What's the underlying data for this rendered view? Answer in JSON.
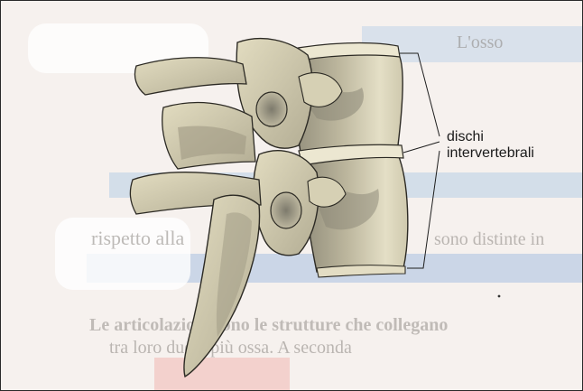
{
  "figure": {
    "callout_label": {
      "line1": "dischi",
      "line2": "intervertebrali"
    }
  },
  "background_page_text": {
    "line_a": "rispetto alla",
    "line_b": "sono distinte in",
    "line_c": "Le articolazioni sono le strutture che collegano",
    "line_d": "tra loro due o più ossa. A seconda",
    "line_e": "L'osso"
  },
  "colors": {
    "paper": "#f4eeea",
    "blue_band": "#c7d4e6",
    "bone_fill": "#d8d2b4",
    "bone_shadow": "#9e9a86",
    "bone_dark": "#6f6c60",
    "disc": "#e8e3cc",
    "outline": "#2c2a24"
  }
}
